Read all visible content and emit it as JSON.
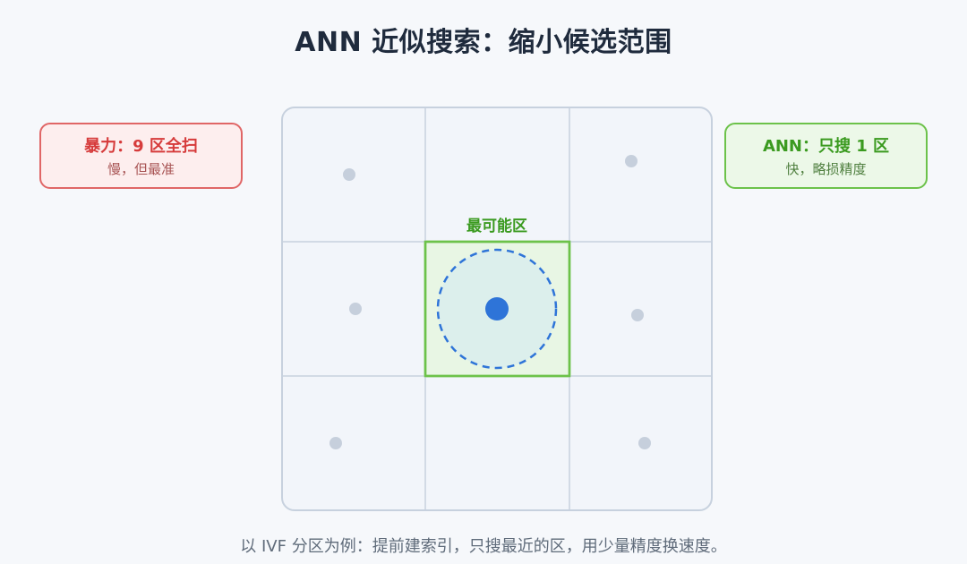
{
  "title": "ANN 近似搜索：缩小候选范围",
  "brute_card": {
    "title": "暴力：9 区全扫",
    "subtitle": "慢，但最准"
  },
  "ann_card": {
    "title": "ANN：只搜 1 区",
    "subtitle": "快，略损精度"
  },
  "grid": {
    "rows": 3,
    "cols": 3,
    "highlight_label": "最可能区",
    "highlight_cell": {
      "row": 1,
      "col": 1
    }
  },
  "colors": {
    "brute_accent": "#e06666",
    "ann_accent": "#6cc24a",
    "query_point": "#2e74d8",
    "data_point": "#c6cfdc"
  },
  "caption": "以 IVF 分区为例：提前建索引，只搜最近的区，用少量精度换速度。"
}
